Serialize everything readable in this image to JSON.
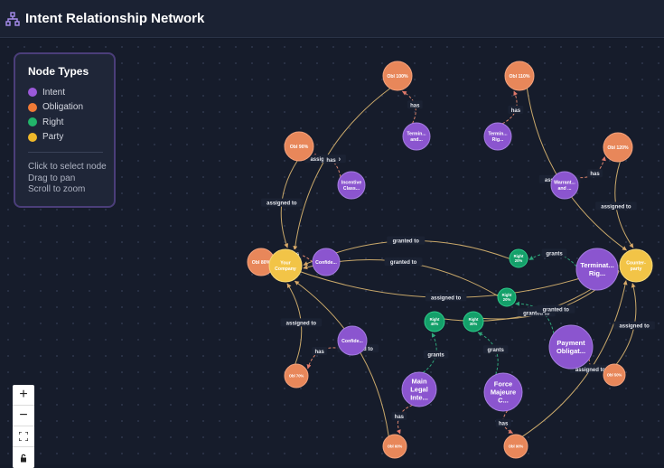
{
  "header": {
    "title": "Intent Relationship Network",
    "icon": "network-icon"
  },
  "legend": {
    "title": "Node Types",
    "items": [
      {
        "label": "Intent",
        "color": "#9b59d9"
      },
      {
        "label": "Obligation",
        "color": "#f07a36"
      },
      {
        "label": "Right",
        "color": "#22b46a"
      },
      {
        "label": "Party",
        "color": "#efb82a"
      }
    ],
    "hints": [
      "Click to select node",
      "Drag to pan",
      "Scroll to zoom"
    ]
  },
  "zoom_controls": {
    "zoom_in": "+",
    "zoom_out": "−",
    "fit": "fit-view-icon",
    "lock": "lock-icon"
  },
  "colors": {
    "intent": "#8e5bd1",
    "obligation": "#e8875a",
    "right": "#1fa06a",
    "party": "#f2c447",
    "edge_solid": "#c9a86a",
    "edge_dashed_intent": "#d9826a",
    "edge_dashed_right": "#2ea57a"
  },
  "nodes": [
    {
      "id": "obl100",
      "type": "obligation",
      "label": [
        "Obl 100%"
      ]
    },
    {
      "id": "obl110",
      "type": "obligation",
      "label": [
        "Obl 110%"
      ]
    },
    {
      "id": "obl90",
      "type": "obligation",
      "label": [
        "Obl 90%"
      ]
    },
    {
      "id": "obl120",
      "type": "obligation",
      "label": [
        "Obl 120%"
      ]
    },
    {
      "id": "termAnd",
      "type": "intent",
      "label": [
        "Termin...",
        "and..."
      ]
    },
    {
      "id": "termRig",
      "type": "intent",
      "label": [
        "Termin...",
        "Rig..."
      ]
    },
    {
      "id": "incentive",
      "type": "intent",
      "label": [
        "Incentive",
        "Class..."
      ]
    },
    {
      "id": "warrant",
      "type": "intent",
      "label": [
        "Warrant...",
        "and ..."
      ]
    },
    {
      "id": "obl80",
      "type": "obligation",
      "label": [
        "Obl 80%"
      ]
    },
    {
      "id": "yourCompany",
      "type": "party",
      "label": [
        "Your",
        "Company"
      ]
    },
    {
      "id": "confide1",
      "type": "intent",
      "label": [
        "Confide..."
      ]
    },
    {
      "id": "right20a",
      "type": "right",
      "label": [
        "Right",
        "20%"
      ]
    },
    {
      "id": "terminatRig",
      "type": "intent",
      "label": [
        "Terminat...",
        "Rig..."
      ]
    },
    {
      "id": "counterparty",
      "type": "party",
      "label": [
        "Counter-",
        "party"
      ]
    },
    {
      "id": "right20b",
      "type": "right",
      "label": [
        "Right",
        "20%"
      ]
    },
    {
      "id": "right40",
      "type": "right",
      "label": [
        "Right",
        "40%"
      ]
    },
    {
      "id": "right30",
      "type": "right",
      "label": [
        "Right",
        "30%"
      ]
    },
    {
      "id": "confide2",
      "type": "intent",
      "label": [
        "Confide..."
      ]
    },
    {
      "id": "paymentObl",
      "type": "intent",
      "label": [
        "Payment",
        "Obligat..."
      ]
    },
    {
      "id": "obl70",
      "type": "obligation",
      "label": [
        "Obl 70%"
      ]
    },
    {
      "id": "obl50",
      "type": "obligation",
      "label": [
        "Obl 50%"
      ]
    },
    {
      "id": "mainLegal",
      "type": "intent",
      "label": [
        "Main",
        "Legal",
        "Inte..."
      ]
    },
    {
      "id": "forceMajeure",
      "type": "intent",
      "label": [
        "Force",
        "Majeure",
        "C..."
      ]
    },
    {
      "id": "obl60",
      "type": "obligation",
      "label": [
        "Obl 60%"
      ]
    },
    {
      "id": "obl90b",
      "type": "obligation",
      "label": [
        "Obl 90%"
      ]
    }
  ],
  "edge_labels": [
    "has",
    "assigned to",
    "grants",
    "granted to"
  ],
  "edges": [
    {
      "from": "termAnd",
      "to": "obl100",
      "label": "has",
      "style": "dashed"
    },
    {
      "from": "termRig",
      "to": "obl110",
      "label": "has",
      "style": "dashed"
    },
    {
      "from": "obl100",
      "to": "yourCompany",
      "label": "assigned to",
      "style": "solid"
    },
    {
      "from": "obl110",
      "to": "counterparty",
      "label": "assigned to",
      "style": "solid"
    },
    {
      "from": "incentive",
      "to": "obl90",
      "label": "has",
      "style": "dashed"
    },
    {
      "from": "obl90",
      "to": "yourCompany",
      "label": "assigned to",
      "style": "solid"
    },
    {
      "from": "warrant",
      "to": "obl120",
      "label": "has",
      "style": "dashed"
    },
    {
      "from": "obl120",
      "to": "counterparty",
      "label": "assigned to",
      "style": "solid"
    },
    {
      "from": "confide1",
      "to": "obl80",
      "label": "has",
      "style": "dashed"
    },
    {
      "from": "obl80",
      "to": "counterparty",
      "label": "assigned to",
      "style": "solid"
    },
    {
      "from": "terminatRig",
      "to": "right20a",
      "label": "grants",
      "style": "dashed"
    },
    {
      "from": "right20a",
      "to": "yourCompany",
      "label": "granted to",
      "style": "solid"
    },
    {
      "from": "paymentObl",
      "to": "right20b",
      "label": "grants",
      "style": "dashed"
    },
    {
      "from": "right20b",
      "to": "yourCompany",
      "label": "granted to",
      "style": "solid"
    },
    {
      "from": "mainLegal",
      "to": "right40",
      "label": "grants",
      "style": "dashed"
    },
    {
      "from": "right40",
      "to": "counterparty",
      "label": "granted to",
      "style": "solid"
    },
    {
      "from": "forceMajeure",
      "to": "right30",
      "label": "grants",
      "style": "dashed"
    },
    {
      "from": "right30",
      "to": "counterparty",
      "label": "granted to",
      "style": "solid"
    },
    {
      "from": "confide2",
      "to": "obl70",
      "label": "has",
      "style": "dashed"
    },
    {
      "from": "obl70",
      "to": "yourCompany",
      "label": "assigned to",
      "style": "solid"
    },
    {
      "from": "paymentObl",
      "to": "obl50",
      "label": "has",
      "style": "dashed"
    },
    {
      "from": "obl50",
      "to": "counterparty",
      "label": "assigned to",
      "style": "solid"
    },
    {
      "from": "mainLegal",
      "to": "obl60",
      "label": "has",
      "style": "dashed"
    },
    {
      "from": "obl60",
      "to": "yourCompany",
      "label": "assigned to",
      "style": "solid"
    },
    {
      "from": "forceMajeure",
      "to": "obl90b",
      "label": "has",
      "style": "dashed"
    },
    {
      "from": "obl90b",
      "to": "counterparty",
      "label": "assigned to",
      "style": "solid"
    }
  ]
}
